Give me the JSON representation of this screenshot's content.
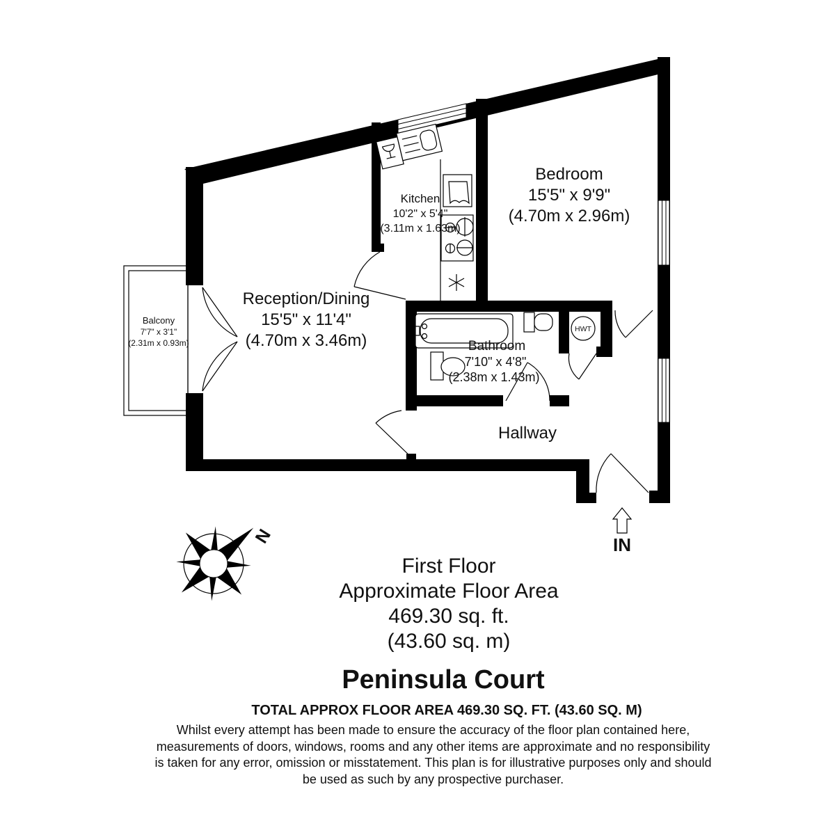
{
  "plan": {
    "rooms": {
      "bedroom": {
        "name": "Bedroom",
        "imperial": "15'5\" x 9'9\"",
        "metric": "(4.70m x 2.96m)"
      },
      "reception": {
        "name": "Reception/Dining",
        "imperial": "15'5\" x 11'4\"",
        "metric": "(4.70m x 3.46m)"
      },
      "kitchen": {
        "name": "Kitchen",
        "imperial": "10'2\" x 5'4\"",
        "metric": "(3.11m x 1.63m)"
      },
      "bathroom": {
        "name": "Bathroom",
        "imperial": "7'10\" x 4'8\"",
        "metric": "(2.38m x 1.43m)"
      },
      "balcony": {
        "name": "Balcony",
        "imperial": "7'7\" x 3'1\"",
        "metric": "(2.31m x 0.93m)"
      },
      "hallway": {
        "name": "Hallway"
      }
    },
    "labels": {
      "hwt": "HWT",
      "entrance": "IN",
      "compass_north": "N"
    },
    "colors": {
      "wall": "#000000",
      "background": "#ffffff"
    }
  },
  "summary": {
    "floor": "First Floor",
    "area_heading": "Approximate Floor Area",
    "area_imperial": "469.30 sq. ft.",
    "area_metric": "(43.60 sq. m)"
  },
  "title": "Peninsula Court",
  "footer": {
    "total": "TOTAL APPROX FLOOR AREA 469.30 SQ. FT. (43.60 SQ. M)",
    "disclaimer_lines": [
      "Whilst every attempt has been made to ensure the accuracy of the floor plan contained here,",
      "measurements of doors, windows, rooms and any other items are approximate and no responsibility",
      "is taken for any error, omission or misstatement. This plan is for illustrative purposes only and should",
      "be used as such by any prospective purchaser."
    ]
  }
}
